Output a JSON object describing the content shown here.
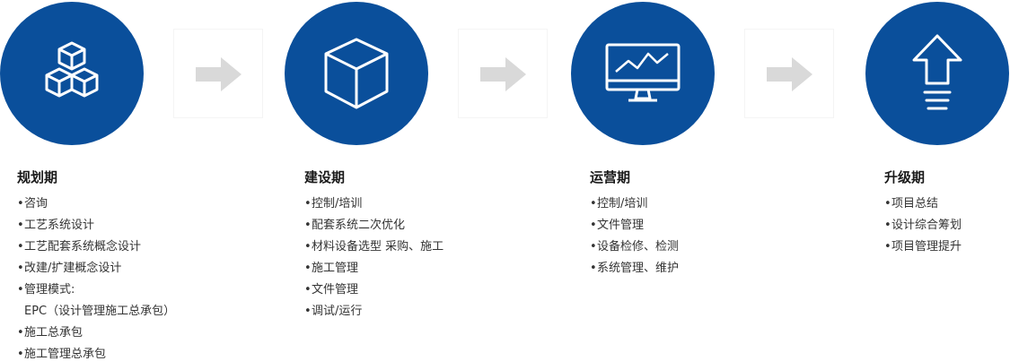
{
  "colors": {
    "circle": "#0a4f9b",
    "arrow": "#d9d9d9",
    "title": "#1a1a1a",
    "text": "#333333"
  },
  "phases": [
    {
      "title": "规划期",
      "icon": "cubes-icon",
      "items": [
        "咨询",
        "工艺系统设计",
        "工艺配套系统概念设计",
        "改建/扩建概念设计",
        "管理模式:",
        "EPC（设计管理施工总承包）",
        "施工总承包",
        "施工管理总承包"
      ]
    },
    {
      "title": "建设期",
      "icon": "cube-icon",
      "items": [
        "控制/培训",
        "配套系统二次优化",
        "材料设备选型 采购、施工",
        "施工管理",
        "文件管理",
        "调试/运行"
      ]
    },
    {
      "title": "运营期",
      "icon": "monitor-chart-icon",
      "items": [
        "控制/培训",
        "文件管理",
        "设备检修、检测",
        "系统管理、维护"
      ]
    },
    {
      "title": "升级期",
      "icon": "upgrade-arrow-icon",
      "items": [
        "项目总结",
        "设计综合筹划",
        "项目管理提升"
      ]
    }
  ]
}
